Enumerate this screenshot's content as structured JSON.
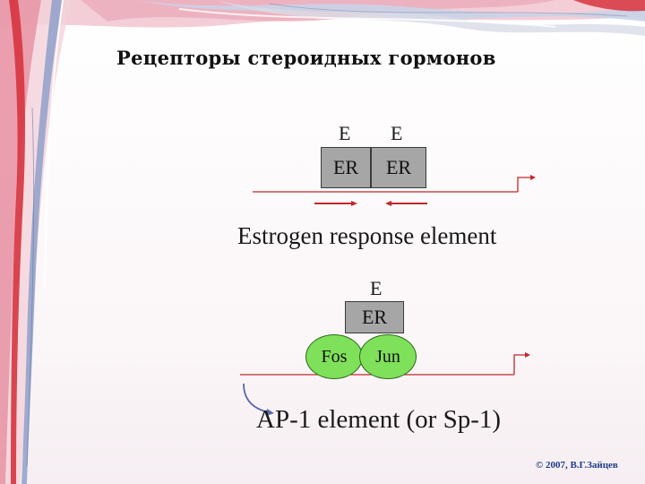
{
  "title": "Рецепторы стероидных гормонов",
  "ere": {
    "ligand_left": "E",
    "ligand_right": "E",
    "receptor_left": "ER",
    "receptor_right": "ER",
    "caption": "Estrogen response element"
  },
  "ap1": {
    "ligand": "E",
    "receptor": "ER",
    "fos": "Fos",
    "jun": "Jun",
    "caption": "AP-1 element (or Sp-1)"
  },
  "footer": {
    "copyright": "© 2007, В.Г.Зайцев"
  },
  "colors": {
    "dna_line": "#c0282d",
    "receptor_fill": "#a6a6a6",
    "fos_jun_fill": "#7fe05a",
    "copyright_text": "#1f3d8a"
  }
}
